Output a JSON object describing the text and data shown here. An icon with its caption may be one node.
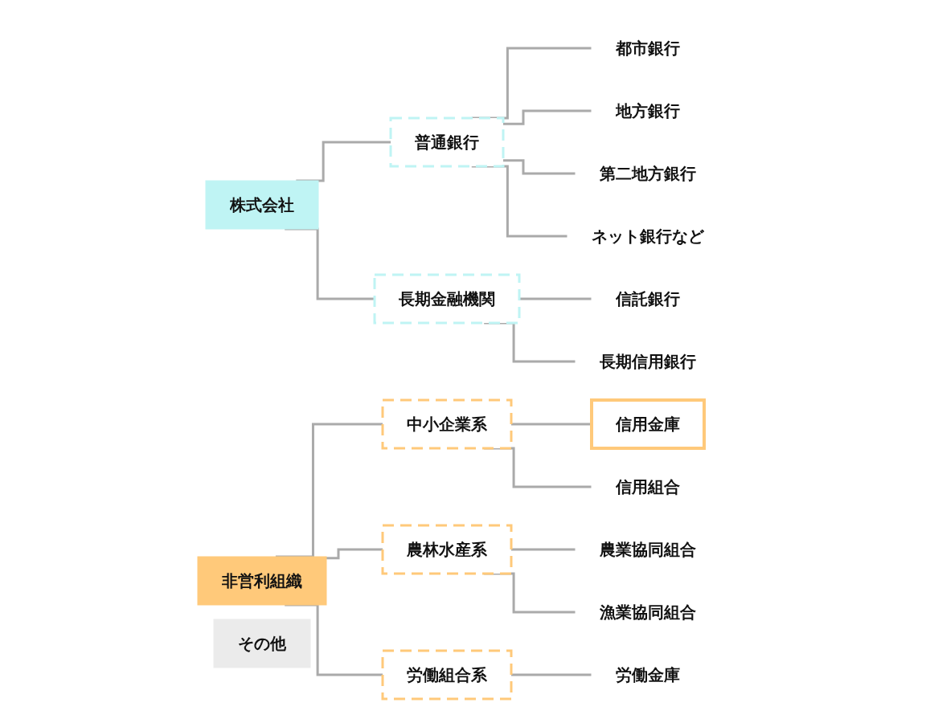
{
  "diagram": {
    "nodes": [
      {
        "text": [
          "株式会社"
        ]
      },
      {
        "text": [
          "普通銀行"
        ]
      },
      {
        "text": [
          "都市銀行"
        ]
      },
      {
        "text": [
          "地方銀行"
        ]
      },
      {
        "text": [
          "第二地方銀行"
        ]
      },
      {
        "text": [
          "ネット銀行など"
        ]
      },
      {
        "text": [
          "長期金融機関"
        ]
      },
      {
        "text": [
          "信託銀行"
        ]
      },
      {
        "text": [
          "長期信用銀行"
        ]
      },
      {
        "text": [
          "非営利組織"
        ]
      },
      {
        "text": [
          "中小企業系"
        ]
      },
      {
        "text": [
          "信用金庫"
        ]
      },
      {
        "text": [
          "信用組合"
        ]
      },
      {
        "text": [
          "農林水産系"
        ]
      },
      {
        "text": [
          "農業協同組合"
        ]
      },
      {
        "text": [
          "漁業協同組合"
        ]
      },
      {
        "text": [
          "労働組合系"
        ]
      },
      {
        "text": [
          "労働金庫"
        ]
      },
      {
        "text": [
          "その他"
        ]
      }
    ],
    "edges": [
      {
        "from": 0,
        "to": 1,
        "arrow": "none"
      },
      {
        "from": 0,
        "to": 6,
        "arrow": "none"
      },
      {
        "from": 1,
        "to": 2,
        "arrow": "none"
      },
      {
        "from": 1,
        "to": 3,
        "arrow": "none"
      },
      {
        "from": 1,
        "to": 4,
        "arrow": "none"
      },
      {
        "from": 1,
        "to": 5,
        "arrow": "none"
      },
      {
        "from": 6,
        "to": 7,
        "arrow": "none"
      },
      {
        "from": 6,
        "to": 8,
        "arrow": "none"
      },
      {
        "from": 9,
        "to": 10,
        "arrow": "none"
      },
      {
        "from": 9,
        "to": 13,
        "arrow": "none"
      },
      {
        "from": 9,
        "to": 16,
        "arrow": "none"
      },
      {
        "from": 10,
        "to": 11,
        "arrow": "none"
      },
      {
        "from": 10,
        "to": 12,
        "arrow": "none"
      },
      {
        "from": 13,
        "to": 14,
        "arrow": "none"
      },
      {
        "from": 13,
        "to": 15,
        "arrow": "none"
      },
      {
        "from": 16,
        "to": 17,
        "arrow": "none"
      }
    ]
  }
}
